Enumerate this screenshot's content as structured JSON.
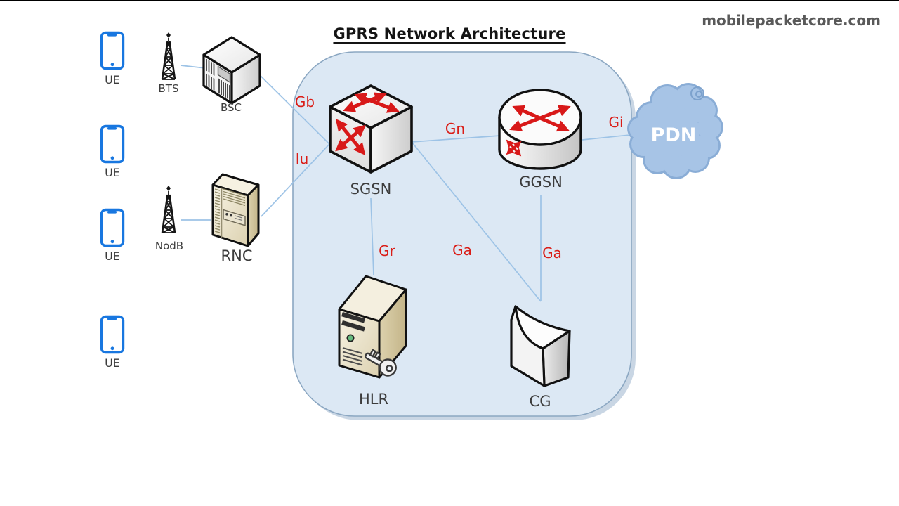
{
  "page": {
    "title": "GPRS Network Architecture",
    "watermark": "mobilepacketcore.com"
  },
  "nodes": {
    "ue1": {
      "label": "UE",
      "icon": "smartphone-icon"
    },
    "ue2": {
      "label": "UE",
      "icon": "smartphone-icon"
    },
    "ue3": {
      "label": "UE",
      "icon": "smartphone-icon"
    },
    "ue4": {
      "label": "UE",
      "icon": "smartphone-icon"
    },
    "bts": {
      "label": "BTS",
      "icon": "radio-tower-icon"
    },
    "bsc": {
      "label": "BSC",
      "icon": "network-chassis-icon"
    },
    "nodb": {
      "label": "NodB",
      "icon": "radio-tower-icon"
    },
    "rnc": {
      "label": "RNC",
      "icon": "server-tower-icon"
    },
    "sgsn": {
      "label": "SGSN",
      "icon": "switch-cube-icon"
    },
    "ggsn": {
      "label": "GGSN",
      "icon": "router-cylinder-icon"
    },
    "hlr": {
      "label": "HLR",
      "icon": "server-key-icon"
    },
    "cg": {
      "label": "CG",
      "icon": "charging-gateway-icon"
    },
    "pdn": {
      "label": "PDN",
      "icon": "cloud-icon"
    }
  },
  "interfaces": {
    "gb": {
      "label": "Gb"
    },
    "iu": {
      "label": "Iu"
    },
    "gn": {
      "label": "Gn"
    },
    "gi": {
      "label": "Gi"
    },
    "gr": {
      "label": "Gr"
    },
    "ga_sgsn_cg": {
      "label": "Ga"
    },
    "ga_ggsn_cg": {
      "label": "Ga"
    }
  },
  "edges": [
    {
      "from": "BTS",
      "to": "BSC",
      "interface": ""
    },
    {
      "from": "BSC",
      "to": "SGSN",
      "interface": "Gb"
    },
    {
      "from": "NodB",
      "to": "RNC",
      "interface": ""
    },
    {
      "from": "RNC",
      "to": "SGSN",
      "interface": "Iu"
    },
    {
      "from": "SGSN",
      "to": "GGSN",
      "interface": "Gn"
    },
    {
      "from": "GGSN",
      "to": "PDN",
      "interface": "Gi"
    },
    {
      "from": "SGSN",
      "to": "HLR",
      "interface": "Gr"
    },
    {
      "from": "SGSN",
      "to": "CG",
      "interface": "Ga"
    },
    {
      "from": "GGSN",
      "to": "CG",
      "interface": "Ga"
    }
  ],
  "colors": {
    "interface_label": "#da1d17",
    "connection_line": "#9dc3e6",
    "core_boundary_fill": "#dce8f4",
    "core_boundary_stroke": "#8ba7c2",
    "cloud_fill": "#a7c4e6",
    "ue_blue": "#1877e0",
    "node_label": "#3c3c3c",
    "arrow_red": "#d81919",
    "watermark_text": "#595959"
  }
}
